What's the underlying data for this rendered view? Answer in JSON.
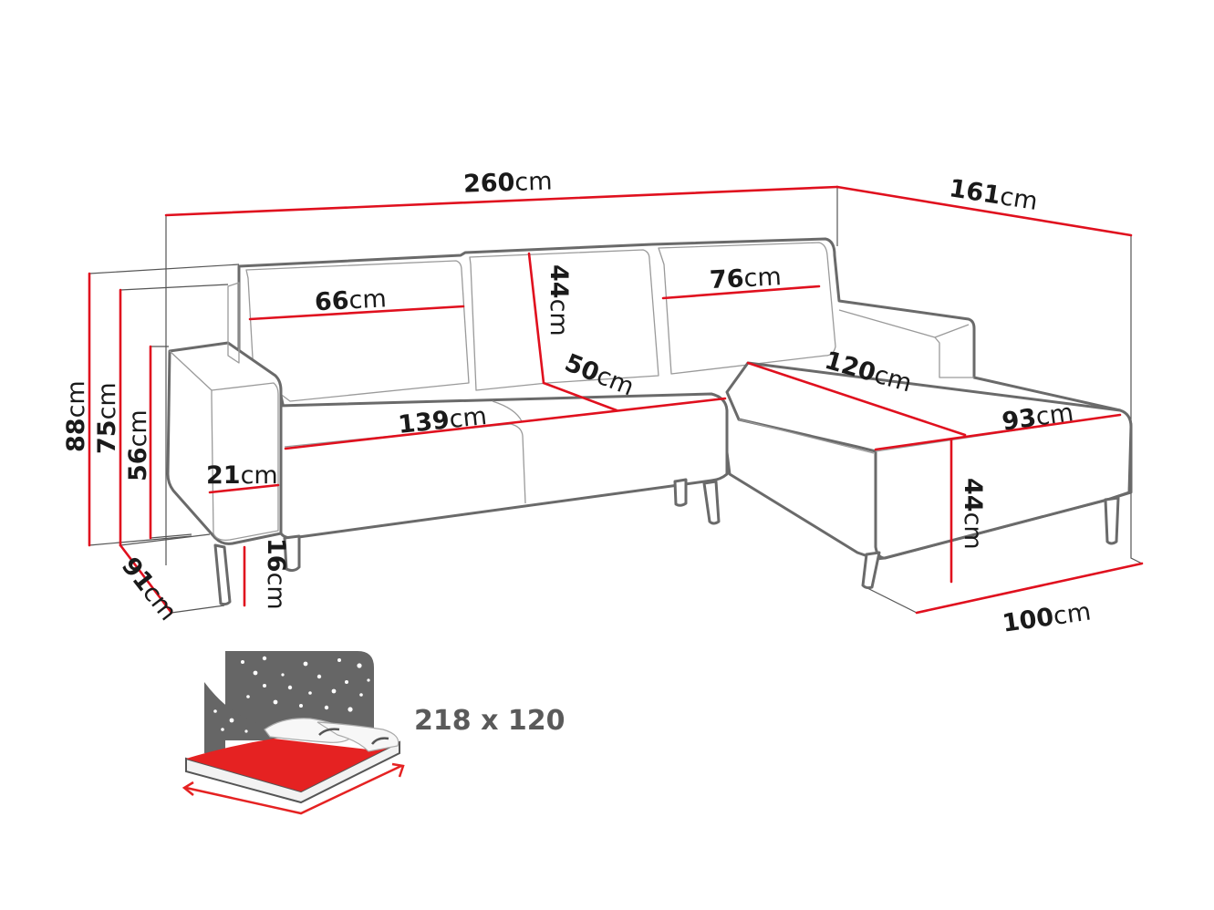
{
  "diagram": {
    "subject": "corner sofa dimension drawing",
    "colors": {
      "dimension_line": "#e0101e",
      "outline": "#6a6a6a",
      "label_text": "#1a1a1a",
      "bed_icon_sky": "#666666",
      "bed_mattress_top": "#e52222",
      "bed_label": "#5a5a5a"
    },
    "dimensions": {
      "total_width": {
        "value": "260",
        "unit": "cm"
      },
      "chaise_depth": {
        "value": "161",
        "unit": "cm"
      },
      "back_cushion_left_width": {
        "value": "66",
        "unit": "cm"
      },
      "back_cushion_middle_height": {
        "value": "44",
        "unit": "cm"
      },
      "back_cushion_right_width": {
        "value": "76",
        "unit": "cm"
      },
      "seat_depth": {
        "value": "50",
        "unit": "cm"
      },
      "seat_width": {
        "value": "139",
        "unit": "cm"
      },
      "chaise_length": {
        "value": "120",
        "unit": "cm"
      },
      "chaise_width": {
        "value": "93",
        "unit": "cm"
      },
      "total_height": {
        "value": "88",
        "unit": "cm"
      },
      "back_height": {
        "value": "75",
        "unit": "cm"
      },
      "armrest_height": {
        "value": "56",
        "unit": "cm"
      },
      "armrest_width": {
        "value": "21",
        "unit": "cm"
      },
      "leg_height": {
        "value": "16",
        "unit": "cm"
      },
      "sofa_depth": {
        "value": "91",
        "unit": "cm"
      },
      "seat_height": {
        "value": "44",
        "unit": "cm"
      },
      "chaise_front_width": {
        "value": "100",
        "unit": "cm"
      }
    },
    "sleeping_area": {
      "icon": "bed-icon",
      "label": "218 x 120"
    }
  }
}
